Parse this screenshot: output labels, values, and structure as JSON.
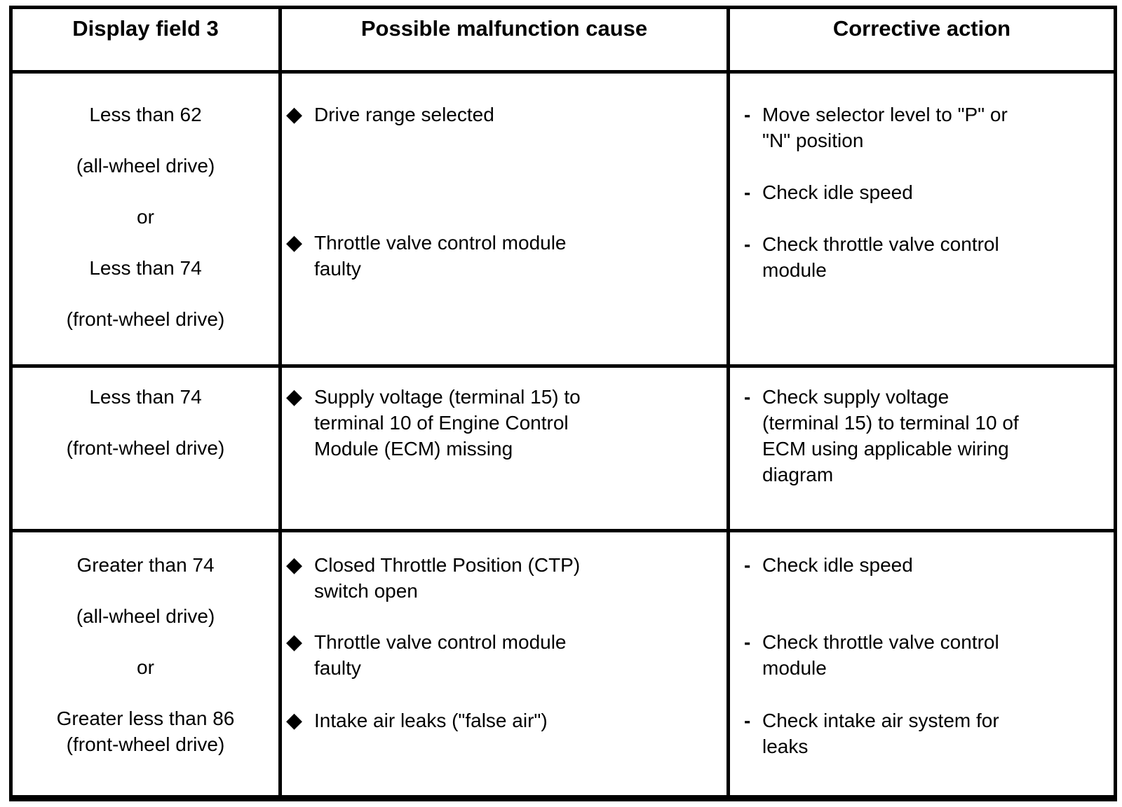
{
  "glyphs": {
    "diamond": "◆",
    "dash": "-"
  },
  "table": {
    "headers": [
      "Display field 3",
      "Possible malfunction cause",
      "Corrective action"
    ],
    "rows": [
      {
        "display": [
          "Less than 62",
          "(all-wheel drive)",
          "or",
          "Less than 74",
          "(front-wheel drive)"
        ],
        "causes": [
          {
            "lines": [
              "Drive range selected"
            ]
          },
          {
            "lines": [
              "Throttle valve control module",
              "faulty"
            ]
          }
        ],
        "actions": [
          {
            "lines": [
              "Move selector level to \"P\" or",
              "\"N\" position"
            ]
          },
          {
            "lines": [
              "Check idle speed"
            ]
          },
          {
            "lines": [
              "Check throttle valve control",
              "module"
            ]
          }
        ]
      },
      {
        "display": [
          "Less than 74",
          "(front-wheel drive)"
        ],
        "causes": [
          {
            "lines": [
              "Supply voltage (terminal 15) to",
              "terminal 10 of Engine Control",
              "Module (ECM) missing"
            ]
          }
        ],
        "actions": [
          {
            "lines": [
              "Check supply voltage",
              "(terminal 15) to terminal 10 of",
              "ECM using applicable wiring",
              "diagram"
            ]
          }
        ]
      },
      {
        "display": [
          "Greater than 74",
          "(all-wheel drive)",
          "or",
          "Greater less than 86",
          "(front-wheel drive)"
        ],
        "causes": [
          {
            "lines": [
              "Closed Throttle Position (CTP)",
              "switch open"
            ]
          },
          {
            "lines": [
              "Throttle valve control module",
              "faulty"
            ]
          },
          {
            "lines": [
              "Intake air leaks (\"false air\")"
            ]
          }
        ],
        "actions": [
          {
            "lines": [
              "Check idle speed"
            ]
          },
          {
            "lines": [
              "Check throttle valve control",
              "module"
            ]
          },
          {
            "lines": [
              "Check intake air system for",
              "leaks"
            ]
          }
        ]
      }
    ]
  }
}
